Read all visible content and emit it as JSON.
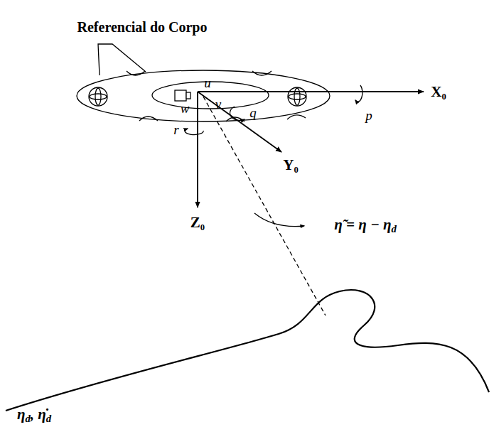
{
  "diagram": {
    "title": "Referencial do Corpo",
    "labels": [
      "u",
      "v",
      "w",
      "p",
      "q",
      "r",
      "X₀",
      "Y₀",
      "Z₀",
      "η̃ = η − ηd",
      "ηd, η̇d"
    ]
  }
}
